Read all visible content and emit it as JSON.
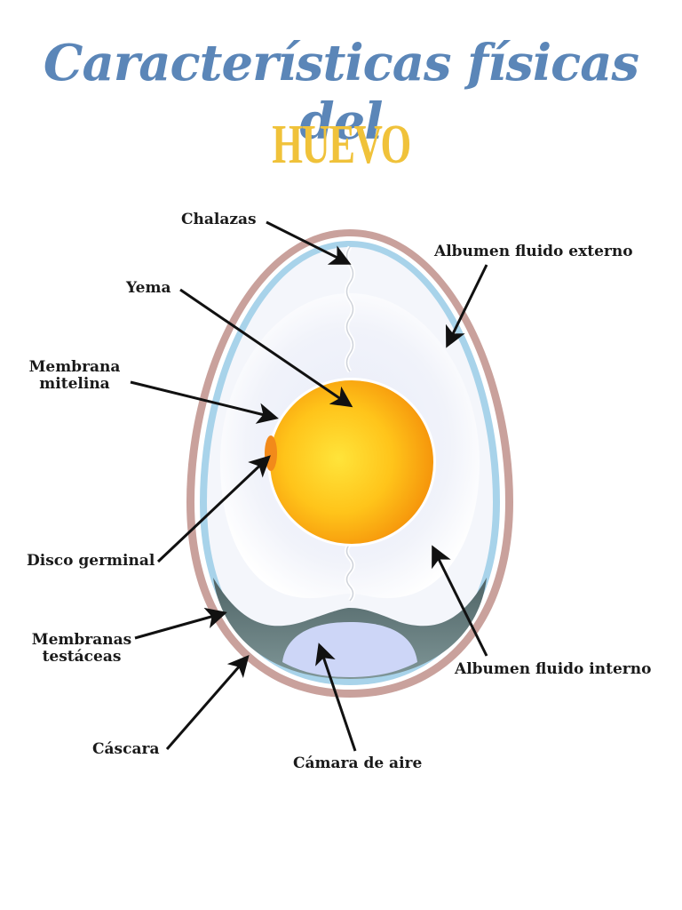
{
  "title": {
    "line1": "Características físicas del",
    "line2": "HUEVO"
  },
  "labels": {
    "chalazas": "Chalazas",
    "yema": "Yema",
    "membrana_mitelina_1": "Membrana",
    "membrana_mitelina_2": "mitelina",
    "disco_germinal": "Disco germinal",
    "membranas_testaceas_1": "Membranas",
    "membranas_testaceas_2": "testáceas",
    "cascara": "Cáscara",
    "camara_de_aire": "Cámara de aire",
    "albumen_externo": "Albumen fluido externo",
    "albumen_interno": "Albumen fluido interno"
  },
  "colors": {
    "title_script": "#5b86b8",
    "title_huevo": "#f0c23a",
    "shell": "#c9a19c",
    "membrane": "#a8d3ea",
    "albumen": "#f3f5fa",
    "yolk_center": "#ffd21e",
    "yolk_edge": "#f59a0c",
    "air_chamber": "#c9d3f5",
    "air_dark": "#5e7578"
  }
}
